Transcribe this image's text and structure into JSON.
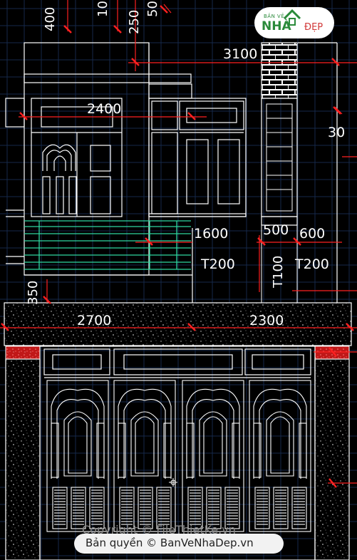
{
  "logo": {
    "top_text": "BẢN VẼ",
    "main_text": "NHÀ",
    "sub_text": "ĐẸP"
  },
  "dimensions": {
    "d400": "400",
    "d10": "10",
    "d250": "250",
    "d50": "50",
    "d3100": "3100",
    "d2400": "2400",
    "d30": "30",
    "d1600": "1600",
    "d500": "500",
    "d600": "600",
    "t200_left": "T200",
    "t100": "T100",
    "t200_right": "T200",
    "d350": "350",
    "d2700": "2700",
    "d2300": "2300"
  },
  "watermark": {
    "copyright": "Copyright © FileThietKe.vn",
    "credit": "Bản quyền © BanVeNhaDep.vn"
  },
  "colors": {
    "background": "#000000",
    "lines": "#ffffff",
    "dimension": "#ff2020",
    "railing": "#2fd6a0",
    "grid": "#16294a"
  }
}
